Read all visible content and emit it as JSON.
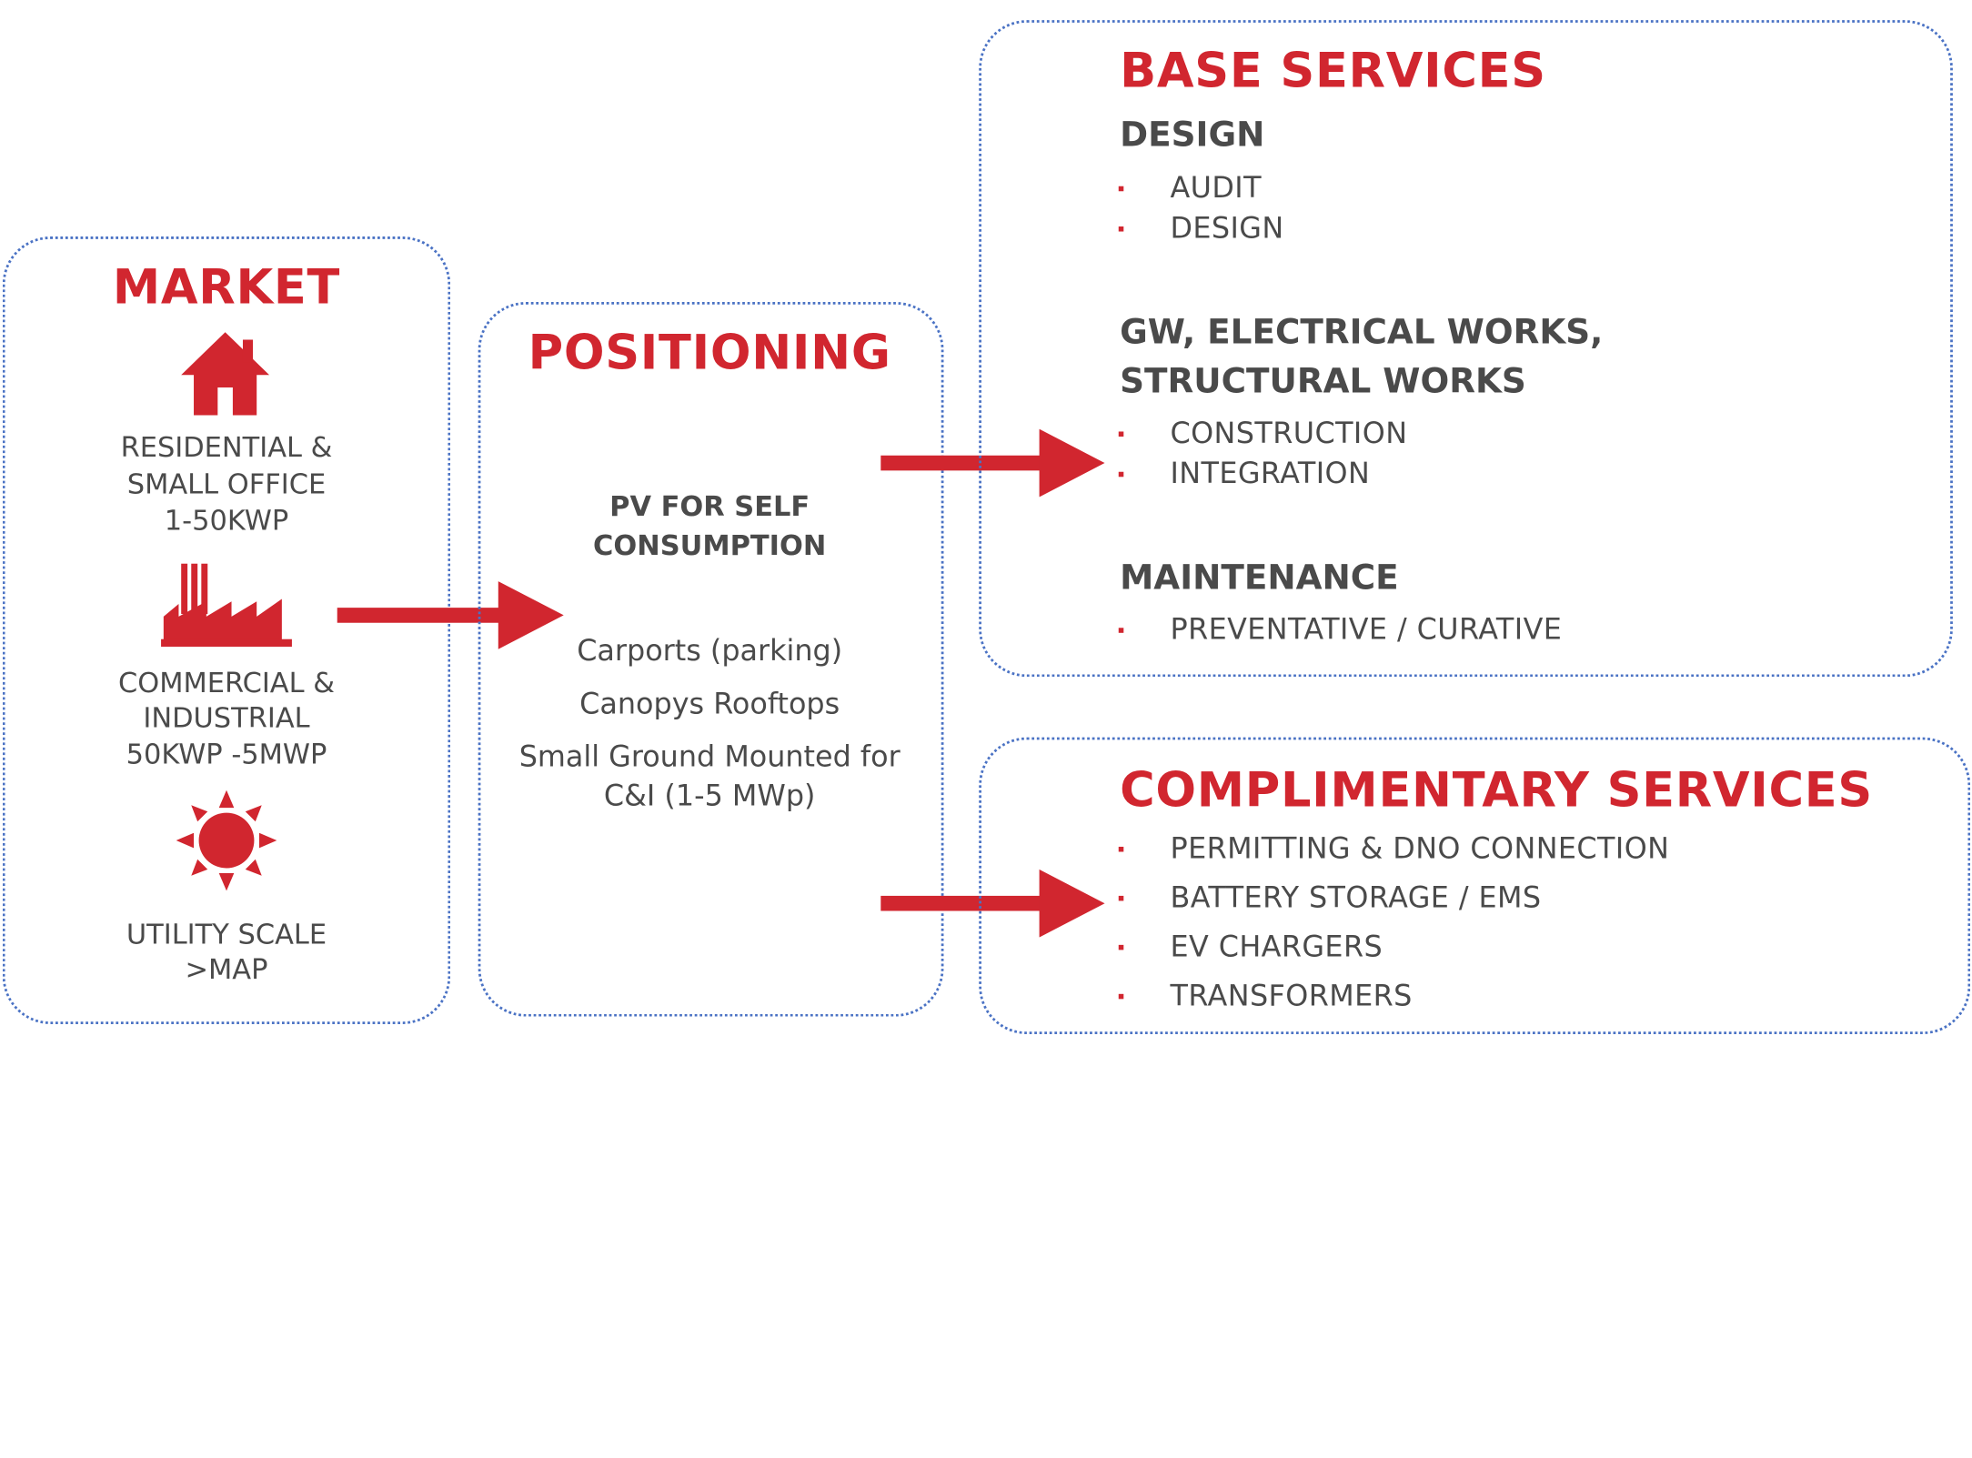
{
  "colors": {
    "accent": "#d1262f",
    "text": "#4a4a4a",
    "border": "#4a72c4"
  },
  "market": {
    "title": "MARKET",
    "segments": [
      {
        "icon": "house-icon",
        "lines": [
          "RESIDENTIAL &",
          "SMALL OFFICE",
          "1-50KWP"
        ]
      },
      {
        "icon": "factory-icon",
        "lines": [
          "COMMERCIAL &",
          "INDUSTRIAL",
          "50KWP -5MWP"
        ]
      },
      {
        "icon": "sun-icon",
        "lines": [
          "UTILITY SCALE",
          ">MAP"
        ]
      }
    ]
  },
  "positioning": {
    "title": "POSITIONING",
    "subtitle_lines": [
      "PV FOR SELF",
      "CONSUMPTION"
    ],
    "items": [
      "Carports (parking)",
      "Canopys Rooftops",
      "Small Ground Mounted for",
      "C&I (1-5 MWp)"
    ]
  },
  "base_services": {
    "title": "BASE SERVICES",
    "sections": [
      {
        "heading_lines": [
          "DESIGN"
        ],
        "items": [
          "AUDIT",
          "DESIGN"
        ]
      },
      {
        "heading_lines": [
          "GW, ELECTRICAL WORKS,",
          "STRUCTURAL WORKS"
        ],
        "items": [
          "CONSTRUCTION",
          "INTEGRATION"
        ]
      },
      {
        "heading_lines": [
          "MAINTENANCE"
        ],
        "items": [
          "PREVENTATIVE / CURATIVE"
        ]
      }
    ]
  },
  "complimentary_services": {
    "title": "COMPLIMENTARY SERVICES",
    "items": [
      "PERMITTING & DNO CONNECTION",
      "BATTERY STORAGE / EMS",
      "EV CHARGERS",
      "TRANSFORMERS"
    ]
  }
}
